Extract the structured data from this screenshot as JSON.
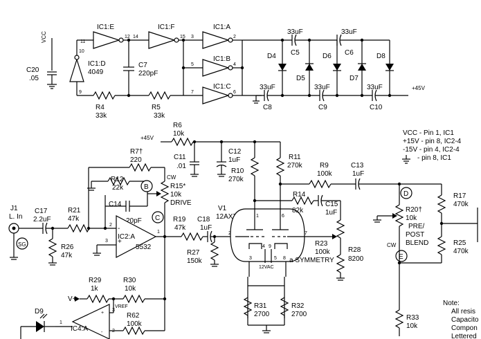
{
  "notes": {
    "vcc": "VCC - Pin 1, IC1",
    "p15": "+15V - pin 8, IC2-4",
    "m15": "-15V - pin 4, IC2-4",
    "gnd": "- pin 8, IC1",
    "note_title": "Note:",
    "note_lines": [
      "All resis",
      "Capacito",
      "Compon",
      "Lettered"
    ]
  },
  "labels": {
    "vcc_pin": "VCC",
    "ic1e": "IC1:E",
    "ic1f": "IC1:F",
    "ic1a": "IC1:A",
    "ic1b": "IC1:B",
    "ic1c": "IC1:C",
    "ic1d": "IC1:D",
    "ic1d_part": "4049",
    "c20": "C20",
    "c20v": ".05",
    "c7": "C7",
    "c7v": "220pF",
    "r4": "R4",
    "r4v": "33k",
    "r5": "R5",
    "r5v": "33k",
    "c5": "C5",
    "c5v": "33uF",
    "c6": "C6",
    "c6v": "33uF",
    "c8": "C8",
    "c8v": "33uF",
    "c9": "C9",
    "c9v": "33uF",
    "c10": "C10",
    "c10v": "33uF",
    "d4": "D4",
    "d5": "D5",
    "d6": "D6",
    "d7": "D7",
    "d8": "D8",
    "p45": "+45V",
    "p45b": "+45V",
    "pin11": "11",
    "pin10": "10",
    "pin9": "9",
    "pin12": "12",
    "pin14": "14",
    "pin15": "15",
    "pin3": "3",
    "pin2": "2",
    "pin5": "5",
    "pin4": "4",
    "pin7": "7",
    "pin6": "6",
    "r6": "R6",
    "r6v": "10k",
    "c11": "C11",
    "c11v": ".01",
    "c12": "C12",
    "c12v": "1uF",
    "r10": "R10",
    "r10v": "270k",
    "r11": "R11",
    "r11v": "270k",
    "r9": "R9",
    "r9v": "100k",
    "c13": "C13",
    "c13v": "1uF",
    "r7": "R7†",
    "r7v": "220",
    "r12": "R12",
    "r12v": "22k",
    "c14": "C14",
    "c14v": "20pF",
    "r15": "R15*",
    "r15v": "10k",
    "drive": "DRIVE",
    "cw": "CW",
    "b": "B",
    "c": "C",
    "d": "D",
    "e": "E",
    "j1": "J1",
    "j1v": "L. In",
    "sg": "SG",
    "c17": "C17",
    "c17v": "2.2uF",
    "r21": "R21",
    "r21v": "47k",
    "r26": "R26",
    "r26v": "47k",
    "ic2a": "IC2:A",
    "ic2a_part": "5532",
    "plus": "+",
    "minus": "-",
    "r19": "R19",
    "r19v": "47k",
    "c18": "C18",
    "c18v": "1uF",
    "r27": "R27",
    "r27v": "150k",
    "v1": "V1",
    "v1v": "12AX7",
    "r14": "R14",
    "r14v": "82k",
    "c15": "C15",
    "c15v": "1uF",
    "r23": "R23",
    "r23v": "100k",
    "symmetry": "a SYMMETRY",
    "r28": "R28",
    "r28v": "8200",
    "r31": "R31",
    "r31v": "2700",
    "r32": "R32",
    "r32v": "2700",
    "twelve_vac": "12VAC",
    "r17": "R17",
    "r17v": "470k",
    "r20": "R20†",
    "r20v": "10k",
    "pre_post": "PRE/",
    "post": "POST",
    "blend": "BLEND",
    "r25": "R25",
    "r25v": "470k",
    "r33": "R33",
    "r33v": "10k",
    "r29": "R29",
    "r29v": "1k",
    "r30": "R30",
    "r30v": "10k",
    "vplus": "V+",
    "vref": "VREF",
    "r62": "R62",
    "r62v": "100k",
    "d9": "D9",
    "ic4a": "IC4:A",
    "tube_pins": [
      "1",
      "6",
      "2",
      "7",
      "3",
      "4",
      "9",
      "5",
      "8"
    ]
  }
}
